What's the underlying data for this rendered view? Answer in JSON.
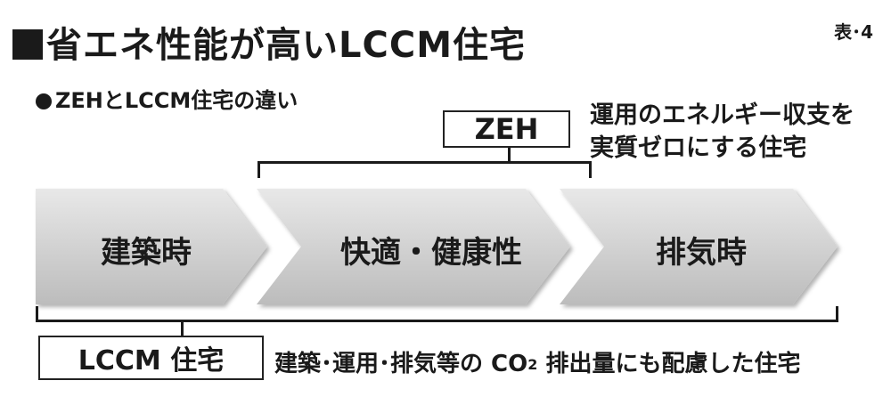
{
  "header": {
    "title": "省エネ性能が高いLCCM住宅",
    "tag": "表･4",
    "subtitle": "ZEHとLCCM住宅の違い"
  },
  "zeh": {
    "label": "ZEH",
    "description_line1": "運用のエネルギー収支を",
    "description_line2": "実質ゼロにする住宅"
  },
  "stages": [
    {
      "label": "建築時"
    },
    {
      "label": "快適・健康性"
    },
    {
      "label": "排気時"
    }
  ],
  "lccm": {
    "label": "LCCM 住宅",
    "description_pre": "建築･運用･排気等の CO",
    "description_sub": "2",
    "description_post": " 排出量にも配慮した住宅"
  },
  "colors": {
    "arrow_fill_light": "#e6e6e6",
    "arrow_fill_dark": "#bdbdbd",
    "line": "#1a1a1a"
  }
}
